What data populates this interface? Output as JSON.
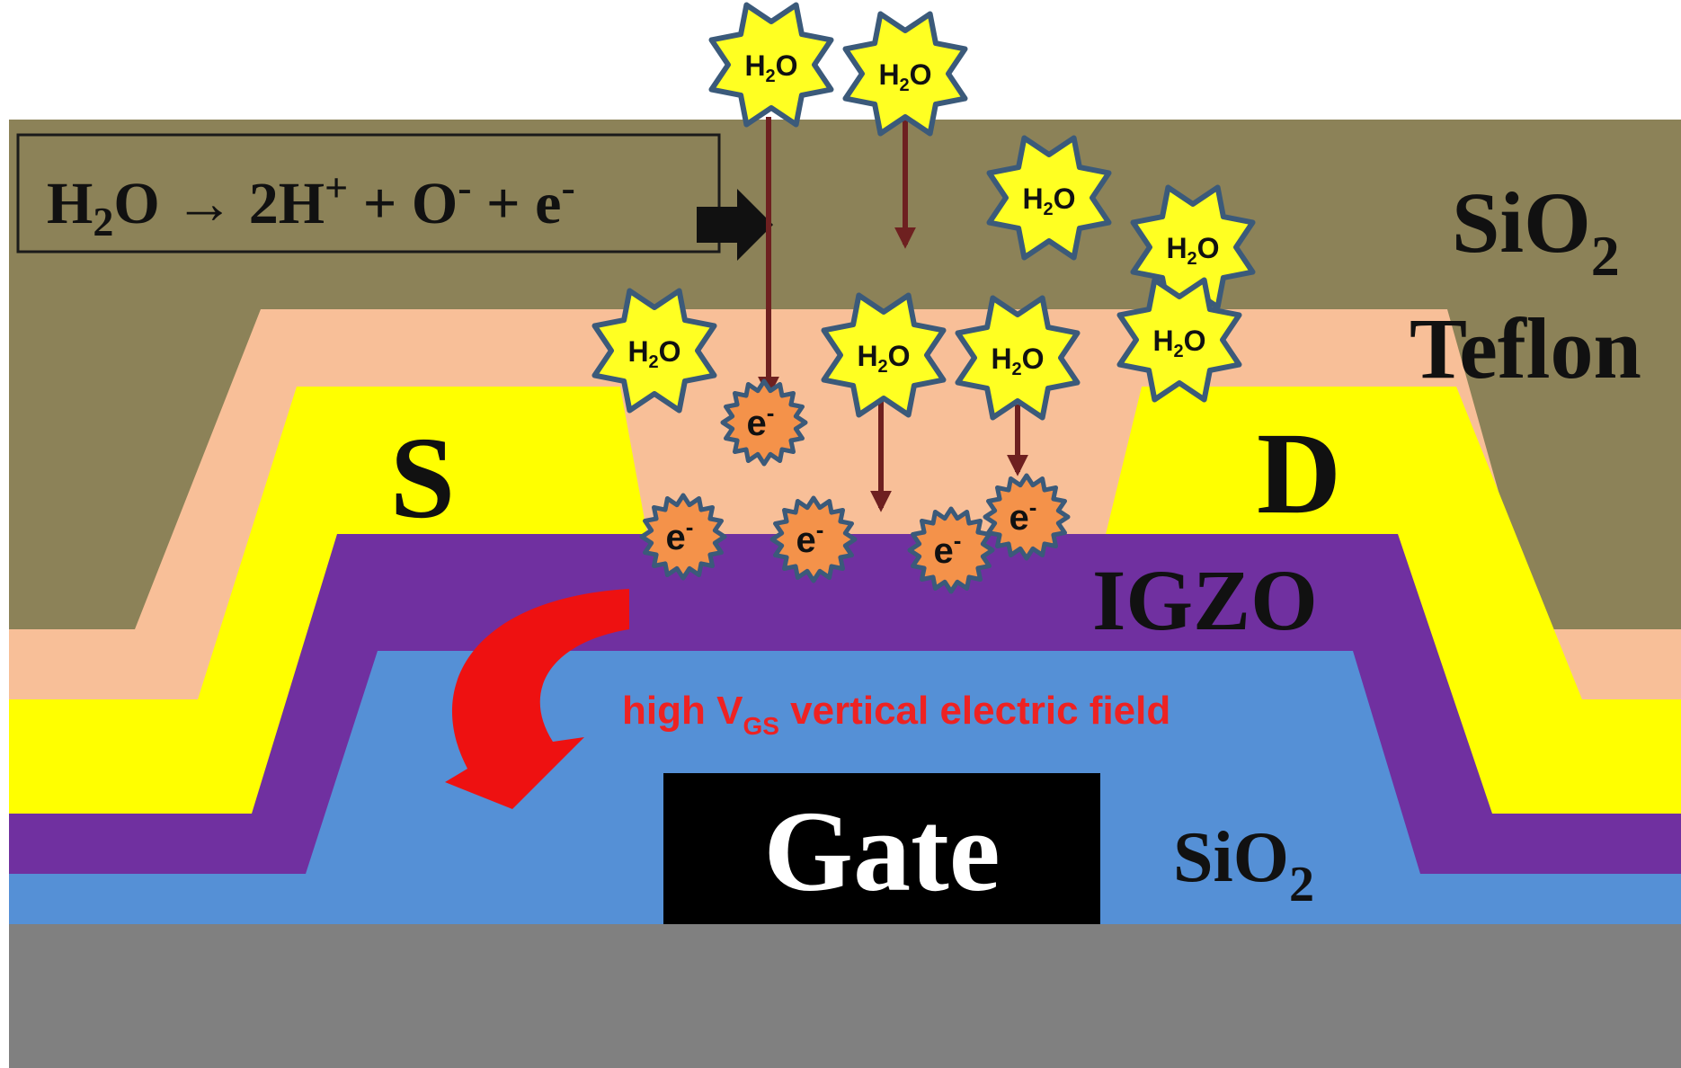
{
  "equation": {
    "h": "H",
    "sub2a": "2",
    "o": "O",
    "arrow": "→",
    "two_h": "2H",
    "plus_sup": "+",
    "plus1": "+",
    "o2": "O",
    "minus_sup_a": "-",
    "plus2": "+",
    "e": "e",
    "minus_sup_b": "-"
  },
  "layers": {
    "top_oxide": "SiO",
    "top_oxide_sub": "2",
    "teflon": "Teflon",
    "source": "S",
    "drain": "D",
    "igzo": "IGZO",
    "bottom_oxide": "SiO",
    "bottom_oxide_sub": "2",
    "gate": "Gate"
  },
  "field_label": {
    "prefix": "high V",
    "sub": "GS",
    "suffix": " vertical electric field"
  },
  "molecule": {
    "h": "H",
    "sub": "2",
    "o": "O"
  },
  "electron": {
    "e": "e",
    "sup": "-"
  },
  "colors": {
    "background": "#ffffff",
    "substrate": "#808080",
    "bottom_oxide": "#5590d6",
    "igzo": "#7030a0",
    "electrode": "#ffff00",
    "teflon": "#f8bf98",
    "top_oxide": "#8c8258",
    "gate": "#000000",
    "gate_text": "#ffffff",
    "water": "#ffff22",
    "electron": "#f4924a",
    "star_outline": "#3b5a7a",
    "flow_arrow": "#6e2020",
    "field_arrow": "#ee1111",
    "field_text": "#ee2222"
  }
}
